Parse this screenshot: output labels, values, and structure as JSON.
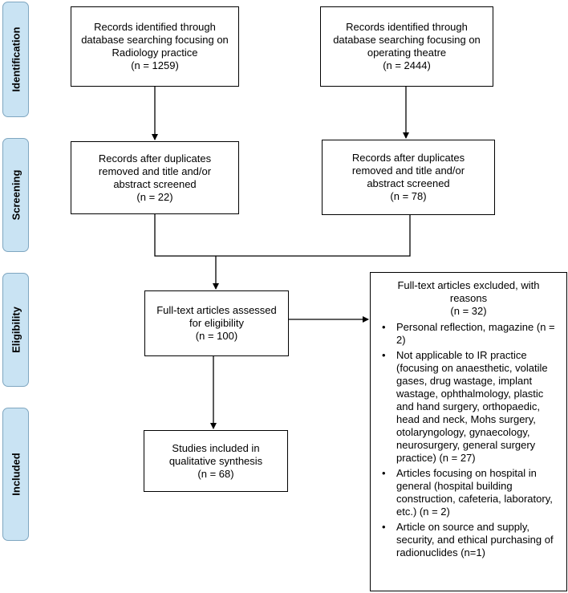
{
  "stages": [
    {
      "id": "identification",
      "label": "Identification"
    },
    {
      "id": "screening",
      "label": "Screening"
    },
    {
      "id": "eligibility",
      "label": "Eligibility"
    },
    {
      "id": "included",
      "label": "Included"
    }
  ],
  "boxes": {
    "id_radiology": [
      "Records identified through",
      "database searching focusing on",
      "Radiology practice",
      "(n = 1259)"
    ],
    "id_theatre": [
      "Records identified through",
      "database searching focusing on",
      "operating theatre",
      "(n = 2444)"
    ],
    "scr_radiology": [
      "Records after duplicates",
      "removed and title and/or",
      "abstract screened",
      "(n = 22)"
    ],
    "scr_theatre": [
      "Records after duplicates",
      "removed and title and/or",
      "abstract screened",
      "(n = 78)"
    ],
    "eligibility": [
      "Full-text articles assessed",
      "for eligibility",
      "(n = 100)"
    ],
    "included": [
      "Studies included in",
      "qualitative synthesis",
      "(n = 68)"
    ]
  },
  "excluded": {
    "heading": [
      "Full-text articles excluded, with",
      "reasons",
      "(n = 32)"
    ],
    "reasons": [
      "Personal reflection, magazine (n = 2)",
      "Not applicable to IR practice (focusing on anaesthetic, volatile gases, drug wastage, implant wastage, ophthalmology, plastic and hand surgery, orthopaedic, head and neck, Mohs surgery, otolaryngology, gynaecology, neurosurgery, general surgery practice) (n = 27)",
      "Articles focusing on hospital in general (hospital building construction, cafeteria, laboratory, etc.) (n = 2)",
      "Article on source and supply, security, and ethical purchasing of radionuclides (n=1)"
    ]
  }
}
